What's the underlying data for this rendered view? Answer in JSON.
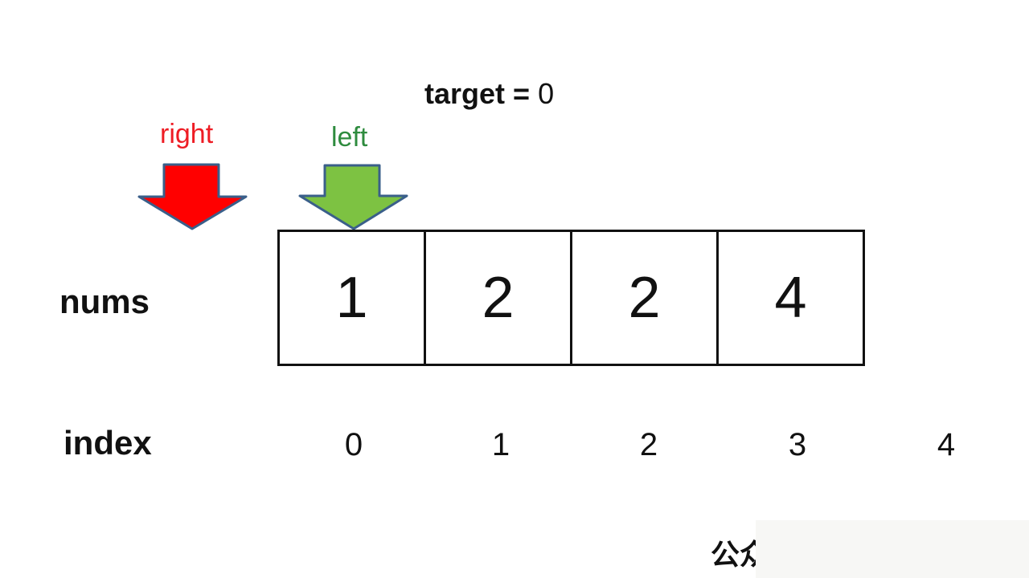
{
  "title": {
    "label": "target =",
    "value": "0"
  },
  "pointers": {
    "right": {
      "label": "right",
      "color": "#ee1c24"
    },
    "left": {
      "label": "left",
      "color": "#2e8b3e"
    }
  },
  "arrow_colors": {
    "right": "#ff0000",
    "left": "#7dc242",
    "outline": "#3a5f8a"
  },
  "rows": {
    "nums_label": "nums",
    "index_label": "index"
  },
  "nums": [
    "1",
    "2",
    "2",
    "4"
  ],
  "indices": [
    "0",
    "1",
    "2",
    "3",
    "4"
  ],
  "watermark": "公众"
}
